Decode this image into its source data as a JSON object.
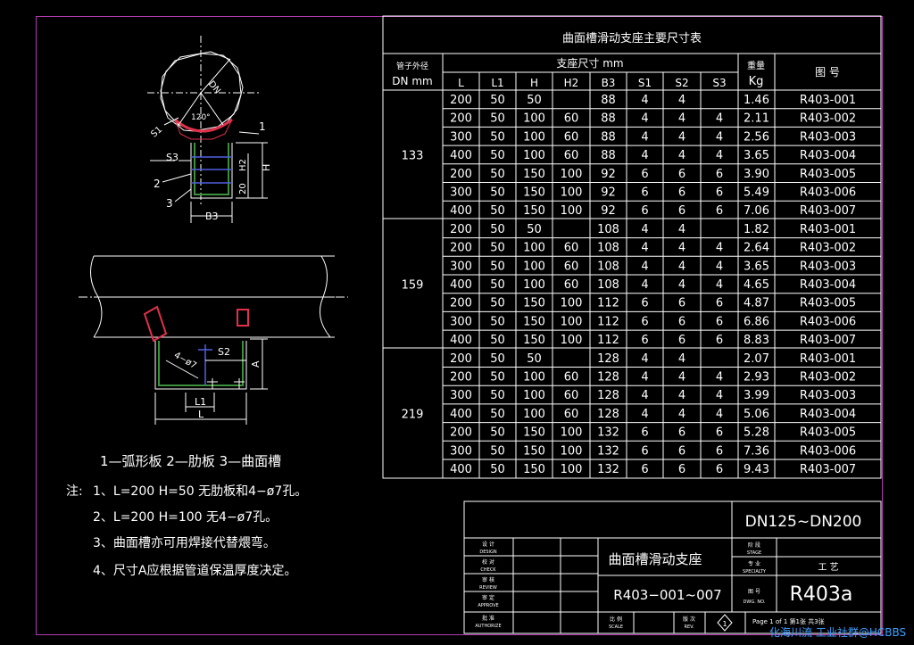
{
  "table": {
    "title": "曲面槽滑动支座主要尺寸表",
    "col_pipe_header": "管子外径",
    "col_pipe_unit": "DN mm",
    "dims_header": "支座尺寸  mm",
    "weight_header": "重量",
    "weight_unit": "Kg",
    "drawing_header": "图  号",
    "dim_cols": [
      "L",
      "L1",
      "H",
      "H2",
      "B3",
      "S1",
      "S2",
      "S3"
    ],
    "groups": [
      {
        "dn": "133",
        "rows": [
          [
            "200",
            "50",
            "50",
            "",
            "88",
            "4",
            "4",
            "",
            "1.46",
            "R403-001"
          ],
          [
            "200",
            "50",
            "100",
            "60",
            "88",
            "4",
            "4",
            "4",
            "2.11",
            "R403-002"
          ],
          [
            "300",
            "50",
            "100",
            "60",
            "88",
            "4",
            "4",
            "4",
            "2.56",
            "R403-003"
          ],
          [
            "400",
            "50",
            "100",
            "60",
            "88",
            "4",
            "4",
            "4",
            "3.65",
            "R403-004"
          ],
          [
            "200",
            "50",
            "150",
            "100",
            "92",
            "6",
            "6",
            "6",
            "3.90",
            "R403-005"
          ],
          [
            "300",
            "50",
            "150",
            "100",
            "92",
            "6",
            "6",
            "6",
            "5.49",
            "R403-006"
          ],
          [
            "400",
            "50",
            "150",
            "100",
            "92",
            "6",
            "6",
            "6",
            "7.06",
            "R403-007"
          ]
        ]
      },
      {
        "dn": "159",
        "rows": [
          [
            "200",
            "50",
            "50",
            "",
            "108",
            "4",
            "4",
            "",
            "1.82",
            "R403-001"
          ],
          [
            "200",
            "50",
            "100",
            "60",
            "108",
            "4",
            "4",
            "4",
            "2.64",
            "R403-002"
          ],
          [
            "300",
            "50",
            "100",
            "60",
            "108",
            "4",
            "4",
            "4",
            "3.65",
            "R403-003"
          ],
          [
            "400",
            "50",
            "100",
            "60",
            "108",
            "4",
            "4",
            "4",
            "4.65",
            "R403-004"
          ],
          [
            "200",
            "50",
            "150",
            "100",
            "112",
            "6",
            "6",
            "6",
            "4.87",
            "R403-005"
          ],
          [
            "300",
            "50",
            "150",
            "100",
            "112",
            "6",
            "6",
            "6",
            "6.86",
            "R403-006"
          ],
          [
            "400",
            "50",
            "150",
            "100",
            "112",
            "6",
            "6",
            "6",
            "8.83",
            "R403-007"
          ]
        ]
      },
      {
        "dn": "219",
        "rows": [
          [
            "200",
            "50",
            "50",
            "",
            "128",
            "4",
            "4",
            "",
            "2.07",
            "R403-001"
          ],
          [
            "200",
            "50",
            "100",
            "60",
            "128",
            "4",
            "4",
            "4",
            "2.93",
            "R403-002"
          ],
          [
            "300",
            "50",
            "100",
            "60",
            "128",
            "4",
            "4",
            "4",
            "3.99",
            "R403-003"
          ],
          [
            "400",
            "50",
            "100",
            "60",
            "128",
            "4",
            "4",
            "4",
            "5.06",
            "R403-004"
          ],
          [
            "200",
            "50",
            "150",
            "100",
            "132",
            "6",
            "6",
            "6",
            "5.28",
            "R403-005"
          ],
          [
            "300",
            "50",
            "150",
            "100",
            "132",
            "6",
            "6",
            "6",
            "7.36",
            "R403-006"
          ],
          [
            "400",
            "50",
            "150",
            "100",
            "132",
            "6",
            "6",
            "6",
            "9.43",
            "R403-007"
          ]
        ]
      }
    ]
  },
  "drawing_labels": {
    "dn": "DN",
    "angle": "120°",
    "s1": "S1",
    "s3": "S3",
    "h2": "H2",
    "h": "H",
    "dim20": "20",
    "b3": "B3",
    "s2": "S2",
    "a": "A",
    "hole": "4−ø7",
    "l1": "L1",
    "l": "L",
    "part1": "1",
    "part2": "2",
    "part3": "3"
  },
  "legend": "1—弧形板  2—肋板  3—曲面槽",
  "notes": {
    "prefix": "注:",
    "items": [
      "1、L=200 H=50 无肋板和4−ø7孔。",
      "2、L=200 H=100 无4−ø7孔。",
      "3、曲面槽亦可用焊接代替煨弯。",
      "4、尺寸A应根据管道保温厚度决定。"
    ]
  },
  "title_block": {
    "range": "DN125~DN200",
    "name": "曲面槽滑动支座",
    "code_range": "R403−001~007",
    "drawing_no": "R403a",
    "specialty_value": "工   艺",
    "rev_mark": "1",
    "page": "Page 1 of 1  第1张  共3张",
    "row_labels": [
      {
        "cn": "设 计",
        "en": "DESIGN"
      },
      {
        "cn": "校 对",
        "en": "CHECK"
      },
      {
        "cn": "审 核",
        "en": "REVIEW"
      },
      {
        "cn": "审 定",
        "en": "APPROVE"
      },
      {
        "cn": "批 准",
        "en": "AUTHORIZE"
      }
    ],
    "stage": {
      "cn": "阶 段",
      "en": "STAGE"
    },
    "specialty": {
      "cn": "专 业",
      "en": "SPECIALTY"
    },
    "dwg": {
      "cn": "图 号",
      "en": "DWG. NO."
    },
    "scale": {
      "cn": "比 例",
      "en": "SCALE"
    },
    "rev": {
      "cn": "版 次",
      "en": "REV."
    }
  },
  "watermark": {
    "text": "化海川流 工业社群@HCBBS",
    "color": "#3aa0ff"
  }
}
